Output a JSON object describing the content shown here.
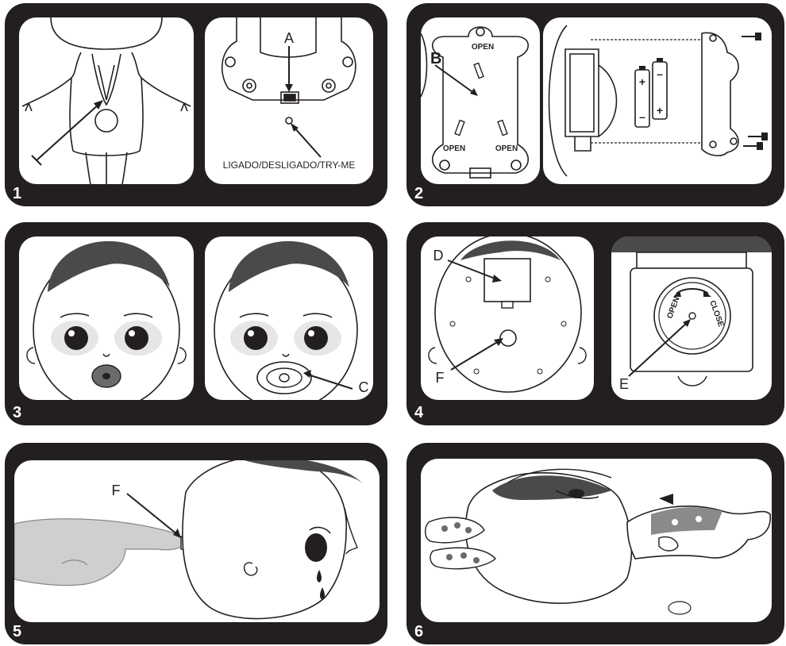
{
  "panels": [
    {
      "number": "1"
    },
    {
      "number": "2"
    },
    {
      "number": "3"
    },
    {
      "number": "4"
    },
    {
      "number": "5"
    },
    {
      "number": "6"
    }
  ],
  "callouts": {
    "a": "A",
    "b": "B",
    "c": "C",
    "d": "D",
    "e": "E",
    "f_back": "F",
    "f_side": "F"
  },
  "switch_label": "LIGADO/DESLIGADO/TRY-ME",
  "battery_cover": {
    "open_top": "OPEN",
    "open_left": "OPEN",
    "open_right": "OPEN"
  },
  "dial": {
    "open": "OPEN",
    "close": "CLOSE"
  },
  "battery_signs": {
    "plus": "+",
    "minus": "–"
  },
  "colors": {
    "panel": "#231f20",
    "frame": "#ffffff",
    "line": "#231f20",
    "hair": "#4a4a4a",
    "pacifier": "#6b6b6b"
  }
}
